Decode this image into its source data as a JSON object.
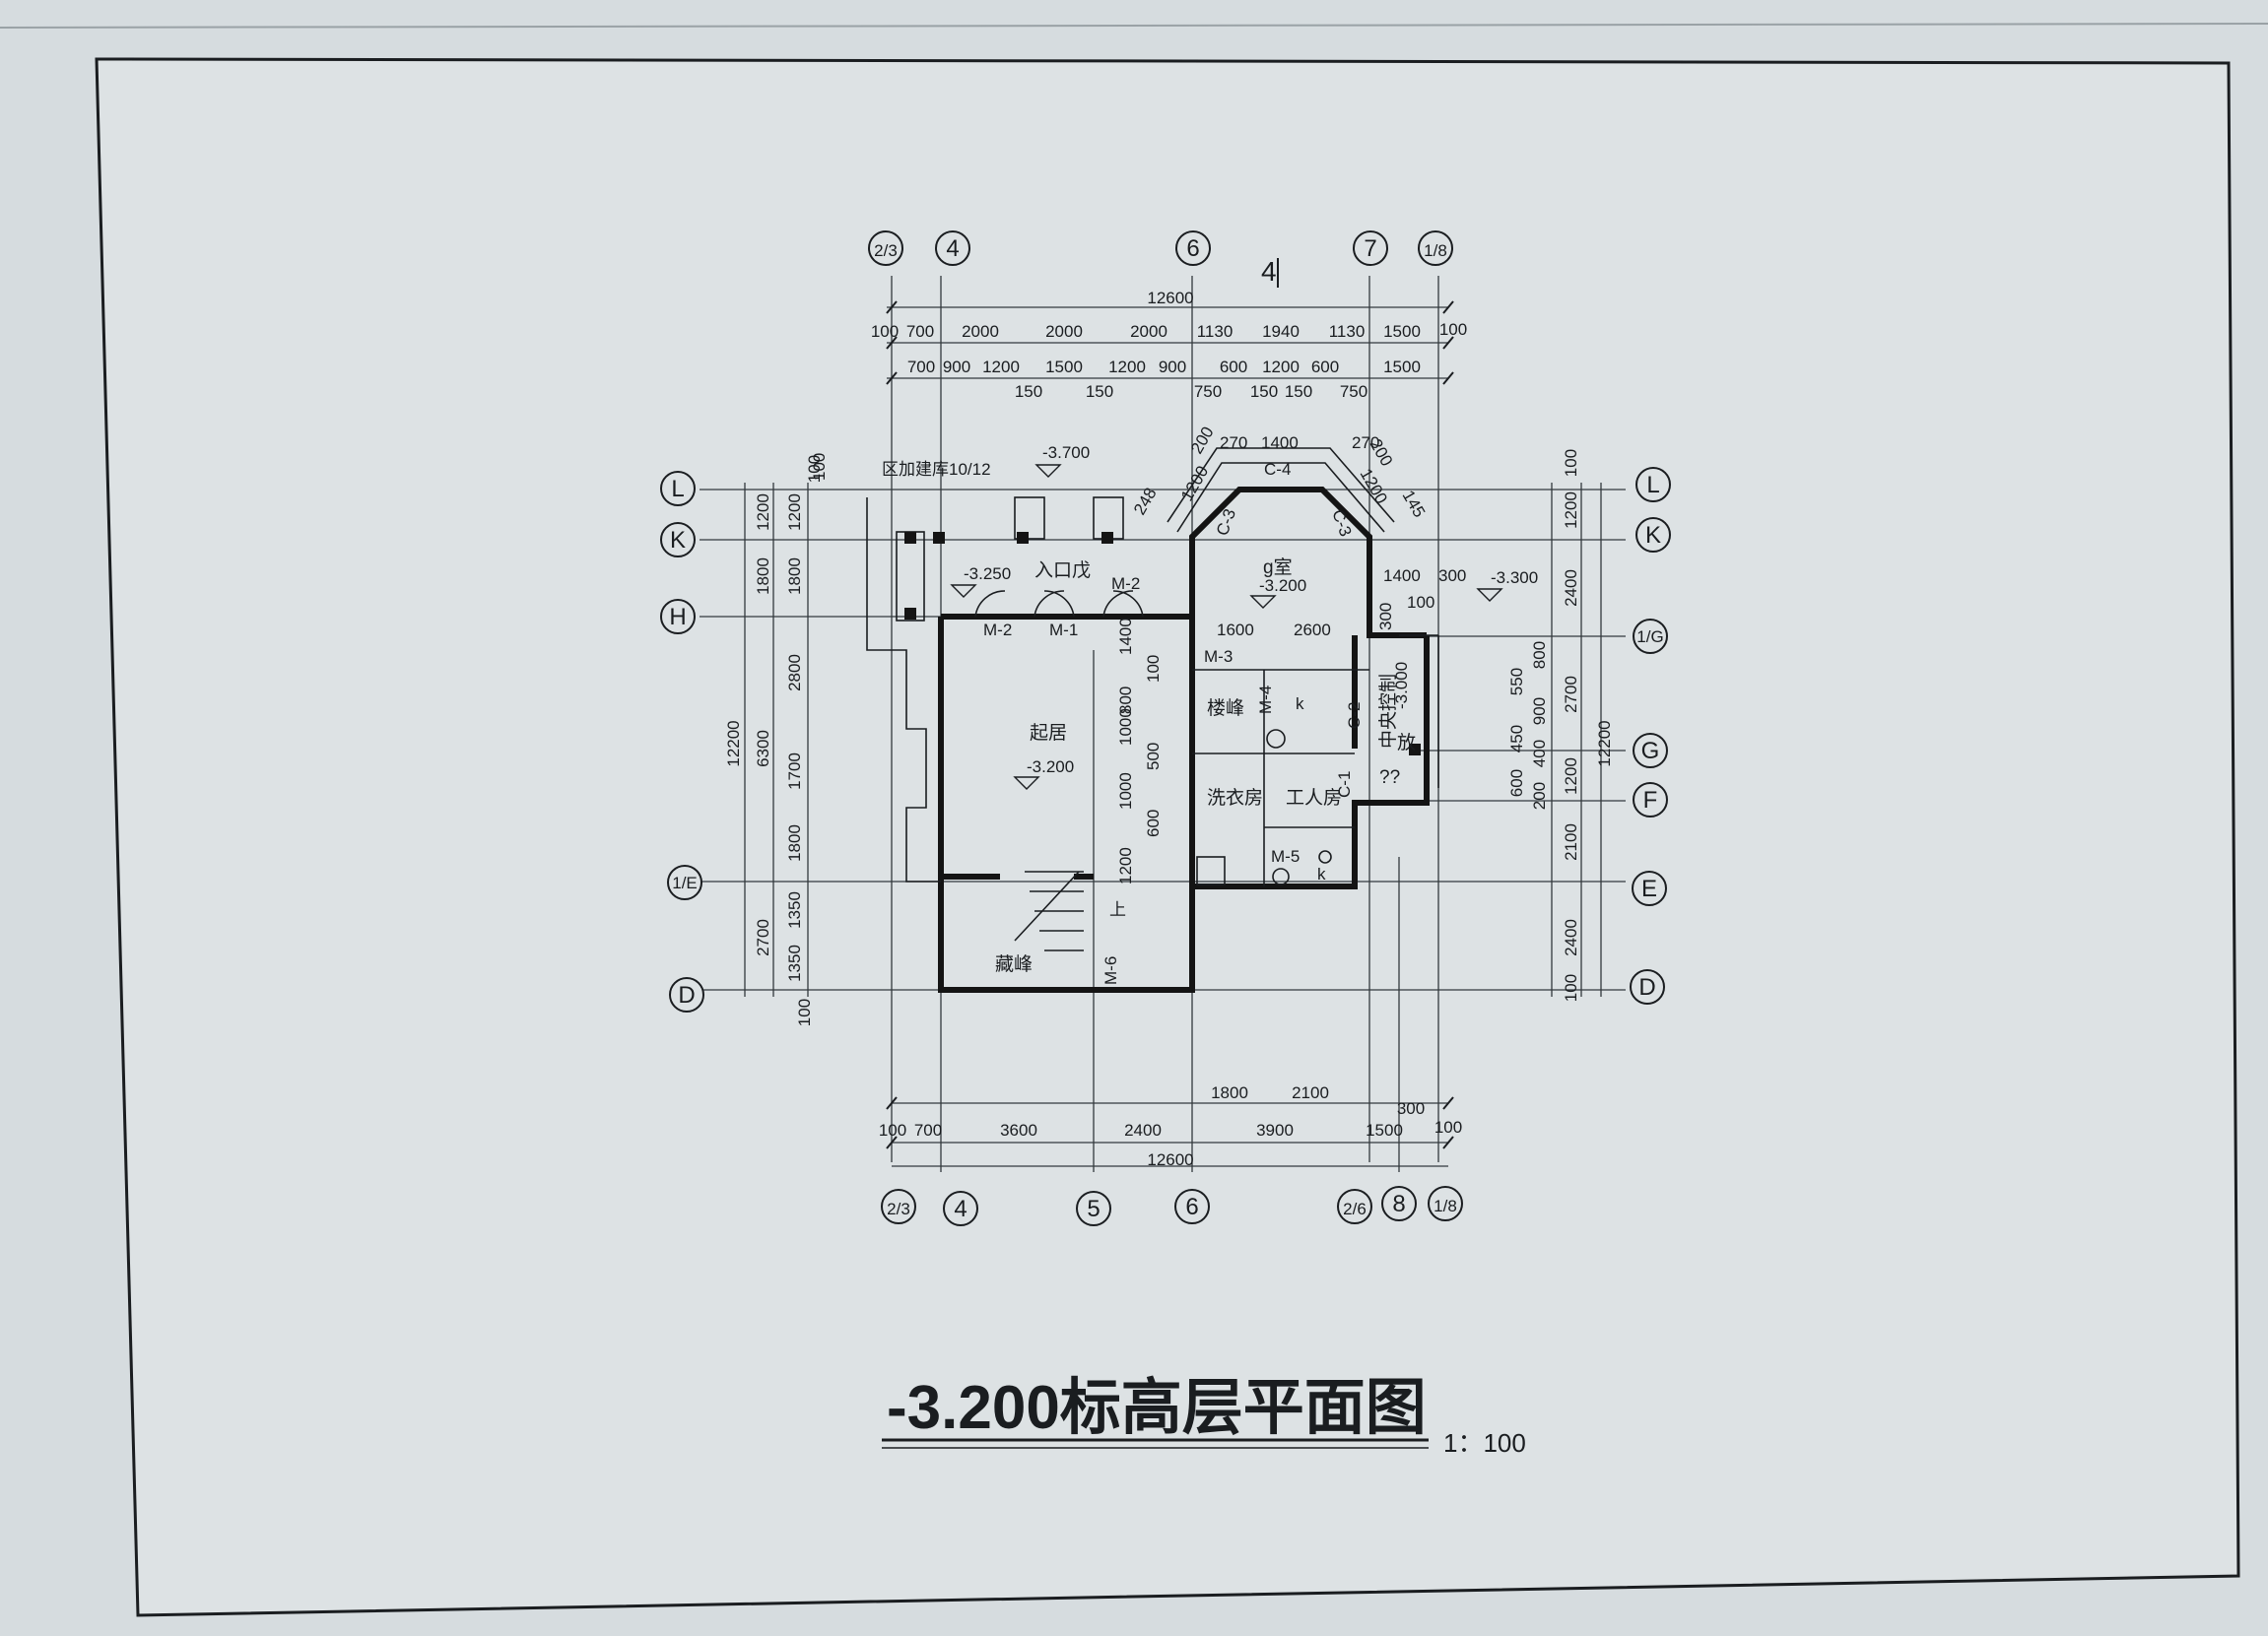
{
  "title": "-3.200标高层平面图",
  "scale": "1：100",
  "section_mark": "4",
  "colors": {
    "paper": "#d6dcdf",
    "ink": "#1a1d20",
    "wall": "#141414"
  },
  "axes_top": [
    "2/3",
    "4",
    "6",
    "7",
    "1/8"
  ],
  "axes_bottom": [
    "2/3",
    "4",
    "5",
    "6",
    "2/6",
    "8",
    "1/8"
  ],
  "axes_left": [
    "L",
    "K",
    "H",
    "1/E",
    "D"
  ],
  "axes_right": [
    "L",
    "K",
    "1/G",
    "G",
    "F",
    "E",
    "D"
  ],
  "dims_top_total": "12600",
  "dims_top_row1": [
    "100",
    "700",
    "2000",
    "2000",
    "2000",
    "1130",
    "1940",
    "1130",
    "1500",
    "100"
  ],
  "dims_top_row2": [
    "700",
    "900",
    "1200",
    "1500",
    "1200",
    "900",
    "600",
    "1200",
    "600",
    "1500"
  ],
  "dims_top_row3": [
    "150",
    "150",
    "750",
    "150",
    "150",
    "750"
  ],
  "dims_bottom_row1": [
    "1800",
    "2100"
  ],
  "dims_bottom_row2": [
    "100",
    "700",
    "3600",
    "2400",
    "3900",
    "1500",
    "300",
    "100"
  ],
  "dims_bottom_total": "12600",
  "dims_left_outer": "12200",
  "dims_left_mid": [
    "1200",
    "1800",
    "6300",
    "2700"
  ],
  "dims_left_inner": [
    "100",
    "1200",
    "1800",
    "2800",
    "1700",
    "1800",
    "1350",
    "1350",
    "100"
  ],
  "dims_right_outer": "12200",
  "dims_right_mid": [
    "1200",
    "2400",
    "2700",
    "1200",
    "2100",
    "2400",
    "100"
  ],
  "dims_right_inner": [
    "100",
    "800",
    "550",
    "900",
    "450",
    "400",
    "600",
    "200"
  ],
  "dims_interior": [
    "1400",
    "100",
    "800",
    "1000",
    "500",
    "1000",
    "600",
    "1200",
    "1600",
    "2600",
    "1400",
    "300",
    "100",
    "300",
    "270",
    "1400",
    "270",
    "200",
    "200",
    "1200",
    "1200",
    "248",
    "145",
    "100"
  ],
  "elevations": [
    "-3.700",
    "-3.250",
    "-3.200",
    "-3.200",
    "-3.300",
    "-3.000"
  ],
  "rooms": [
    "起居",
    "g室",
    "入口戊",
    "楼峰",
    "洗衣房",
    "工人房",
    "藏峰",
    "中央控制",
    "放",
    "??"
  ],
  "tags": [
    "M-1",
    "M-2",
    "M-2",
    "M-3",
    "M-4",
    "M-5",
    "M-6",
    "C-1",
    "C-2",
    "C-3",
    "C-3",
    "C-4",
    "k",
    "k"
  ],
  "notes": [
    "区加建库10/12",
    "上"
  ]
}
